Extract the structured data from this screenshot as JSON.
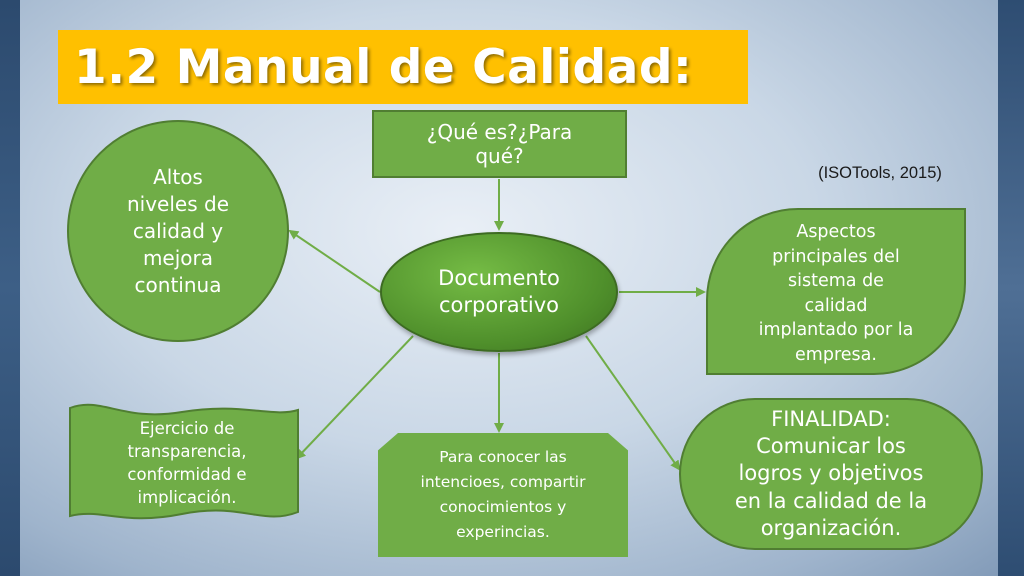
{
  "slide": {
    "title": "1.2 Manual de Calidad:",
    "citation": "(ISOTools, 2015)",
    "colors": {
      "title_bg": "#ffc000",
      "node_fill": "#70ad47",
      "node_border": "#507e32",
      "center_fill": "#4f8f2b",
      "connector": "#70ad47"
    }
  },
  "diagram": {
    "question": "¿Qué es?¿Para\nqué?",
    "center": "Documento\ncorporativo",
    "left_top": "Altos\nniveles de\ncalidad y\nmejora\ncontinua",
    "right_top": "Aspectos\nprincipales del\nsistema de\ncalidad\nimplantado por la\nempresa.",
    "left_bottom": "Ejercicio de\ntransparencia,\nconformidad e\nimplicación.",
    "bottom": "Para conocer las\nintencioes, compartir\nconocimientos y\nexperincias.",
    "right_bottom": "FINALIDAD:\nComunicar los\nlogros y objetivos\nen la calidad de la\norganización."
  }
}
